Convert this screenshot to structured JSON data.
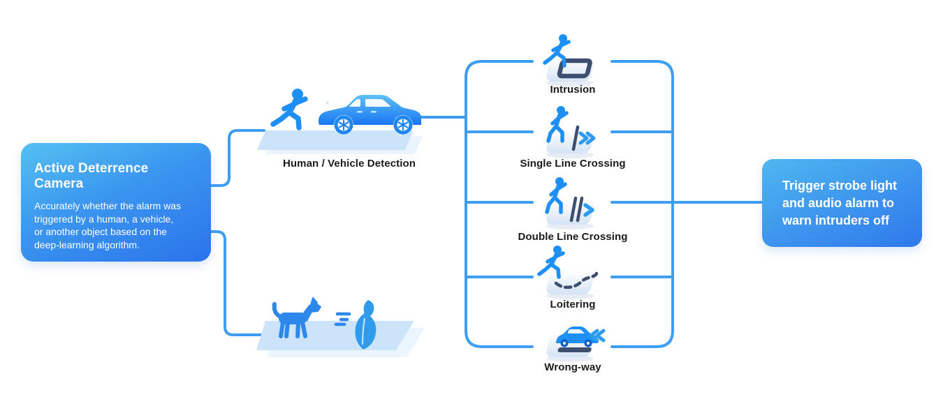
{
  "left_box": {
    "title": "Active Deterrence Camera",
    "body_lines": [
      "Accurately whether the alarm was",
      "triggered by a human, a vehicle,",
      "or another object based on the",
      "deep-learning algorithm."
    ]
  },
  "detection_label": "Human / Vehicle Detection",
  "features": [
    {
      "label": "Intrusion",
      "icon": "intrusion-icon"
    },
    {
      "label": "Single Line Crossing",
      "icon": "single-line-crossing-icon"
    },
    {
      "label": "Double Line Crossing",
      "icon": "double-line-crossing-icon"
    },
    {
      "label": "Loitering",
      "icon": "loitering-icon"
    },
    {
      "label": "Wrong-way",
      "icon": "wrong-way-icon"
    }
  ],
  "right_box": {
    "lines": [
      "Trigger strobe light",
      "and audio alarm to",
      "warn intruders off"
    ]
  },
  "illustrations": {
    "trigger_objects": "running-person-and-car",
    "non_trigger_objects": "dog-wind-and-leaves"
  },
  "colors": {
    "connector_line": "#3E9EF4",
    "box_gradient_start": "#55C0F2",
    "box_gradient_end": "#2B73EC",
    "figure_blue": "#1E8FF5",
    "dark_navy": "#3D4E6E",
    "platform_blue": "#CBE4FA",
    "platform_echo": "#E9F4FE",
    "label_text": "#1B1B1B",
    "box_text": "#FFFFFF"
  }
}
